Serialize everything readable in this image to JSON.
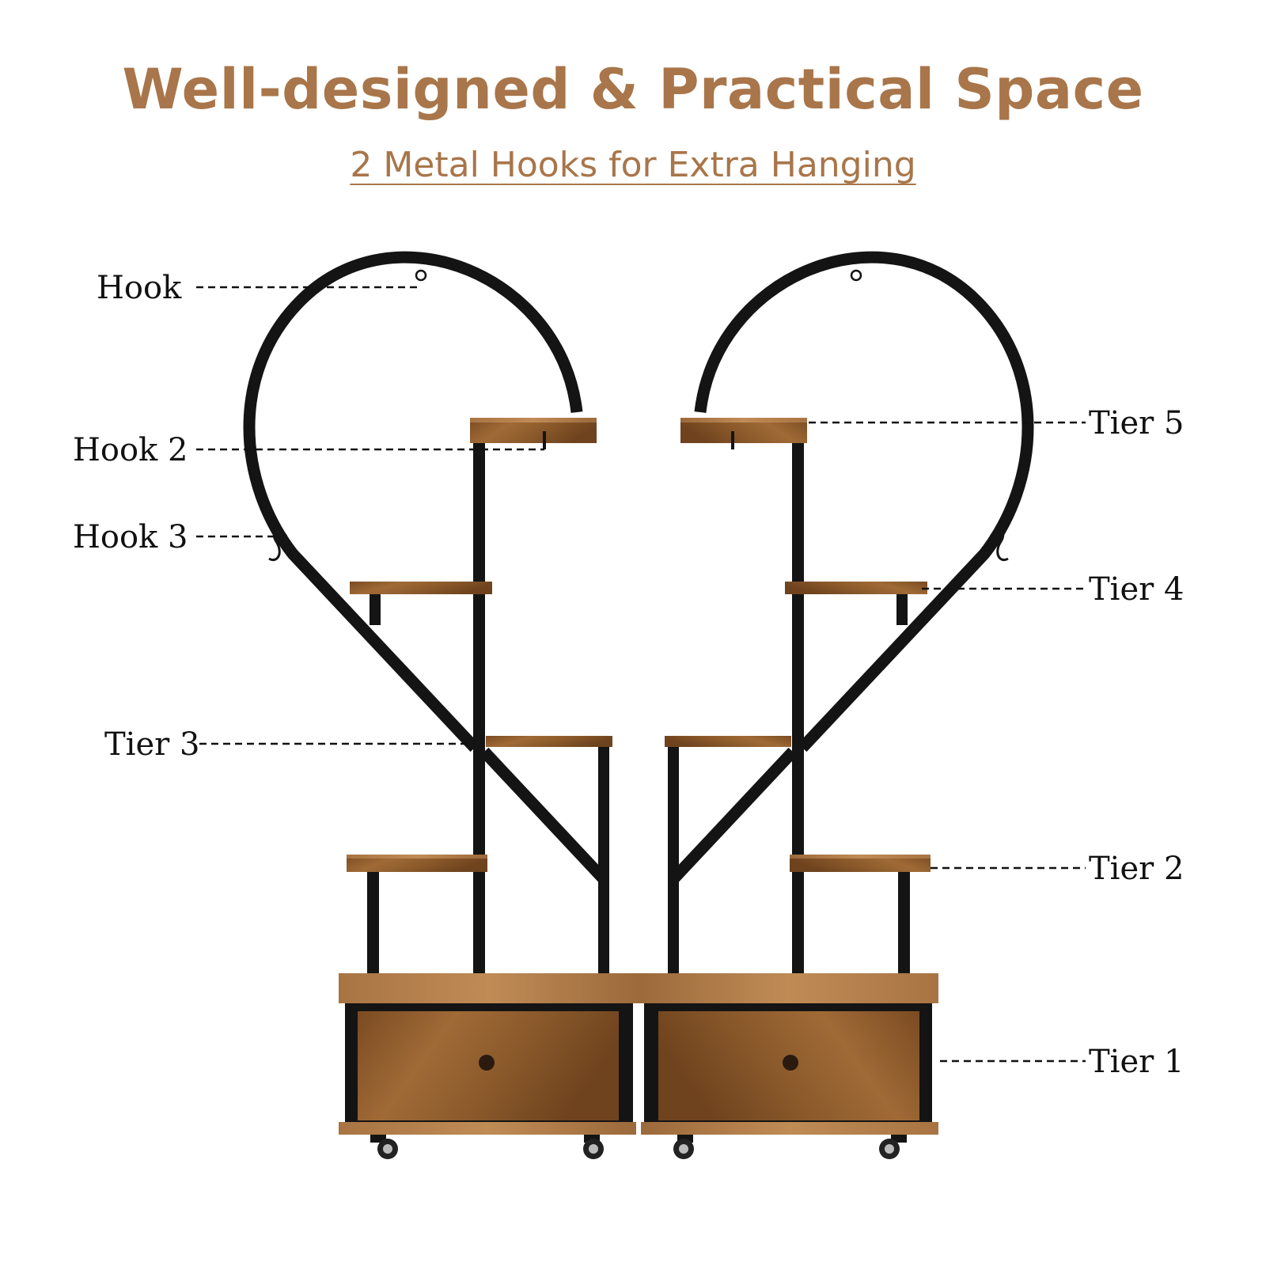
{
  "title": "Well-designed & Practical Space",
  "subtitle": "2 Metal Hooks for Extra Hanging",
  "colors": {
    "heading": "#a8764a",
    "frame": "#141414",
    "wood": "#8a5a2c",
    "wood_light": "#b5834f"
  },
  "labels": {
    "hook": "Hook",
    "hook2": "Hook 2",
    "hook3": "Hook 3",
    "tier3": "Tier 3",
    "tier5": "Tier 5",
    "tier4": "Tier 4",
    "tier2": "Tier 2",
    "tier1": "Tier 1"
  }
}
